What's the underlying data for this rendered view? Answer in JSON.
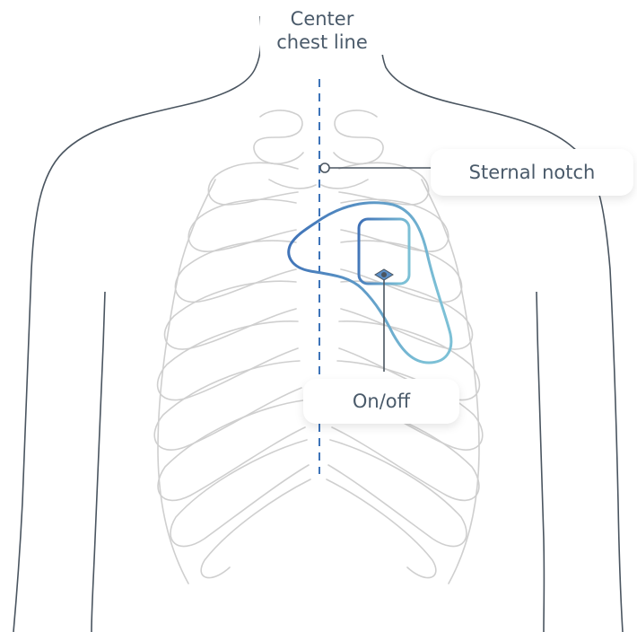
{
  "labels": {
    "center_line_1": "Center",
    "center_line_2": "chest line",
    "sternal_notch": "Sternal notch",
    "on_off": "On/off"
  },
  "colors": {
    "outline": "#4a5560",
    "ribs": "#cfcfcf",
    "dash": "#3d73b8",
    "device_start": "#3d6fb6",
    "device_end": "#7cc0d6",
    "text": "#4a5a6a"
  }
}
